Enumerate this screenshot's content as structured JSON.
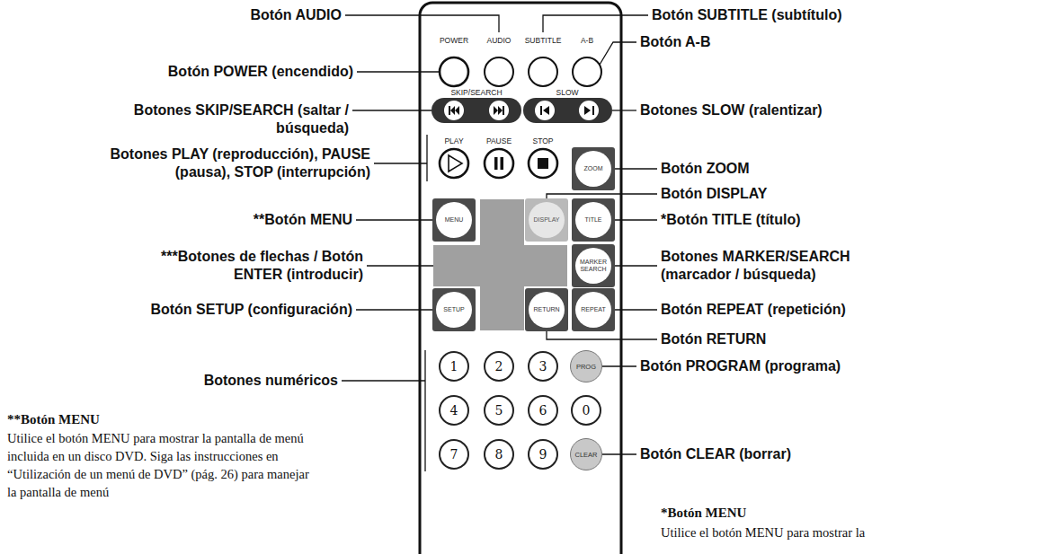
{
  "diagram": {
    "nodes": [
      {
        "text": [
          "ZOOM"
        ]
      },
      {
        "text": [
          "MENU"
        ]
      },
      {
        "text": [
          "DISPLAY"
        ]
      },
      {
        "text": [
          "TITLE"
        ]
      },
      {
        "text": [
          "MARKER SEARCH"
        ]
      },
      {
        "text": [
          "SETUP"
        ]
      },
      {
        "text": [
          "RETURN"
        ]
      },
      {
        "text": [
          "REPEAT"
        ]
      },
      {
        "text": [
          "1"
        ]
      },
      {
        "text": [
          "2"
        ]
      },
      {
        "text": [
          "3"
        ]
      },
      {
        "text": [
          "PROG"
        ]
      },
      {
        "text": [
          "4"
        ]
      },
      {
        "text": [
          "5"
        ]
      },
      {
        "text": [
          "6"
        ]
      },
      {
        "text": [
          "0"
        ]
      },
      {
        "text": [
          "7"
        ]
      },
      {
        "text": [
          "8"
        ]
      },
      {
        "text": [
          "9"
        ]
      },
      {
        "text": [
          "CLEAR"
        ]
      }
    ],
    "labels": [
      "Botón AUDIO",
      "Botón SUBTITLE (subtítulo)",
      "POWER",
      "AUDIO",
      "SUBTITLE",
      "A-B",
      "Botón POWER (encendido)",
      "Botón A-B",
      "SKIP/SEARCH",
      "SLOW",
      "Botones SKIP/SEARCH (saltar / búsqueda)",
      "Botones SLOW (ralentizar)",
      "PLAY",
      "PAUSE",
      "STOP",
      "Botones PLAY (reproducción), PAUSE (pausa), STOP (interrupción)",
      "Botón ZOOM",
      "Botón DISPLAY",
      "**Botón MENU",
      "*Botón TITLE (título)",
      "***Botones de flechas / Botón ENTER (introducir)",
      "Botones MARKER/SEARCH (marcador / búsqueda)",
      "Botón SETUP (configuración)",
      "Botón REPEAT (repetición)",
      "Botón RETURN",
      "Botones numéricos",
      "Botón PROGRAM (programa)",
      "Botón CLEAR (borrar)",
      "**Botón MENU",
      "Utilice el botón MENU para mostrar la pantalla de menú incluida en un disco DVD. Siga las instrucciones en “Utilización de un menú de DVD” (pág. 26) para manejar la pantalla de menú",
      "*Botón MENU",
      "Utilice el botón MENU para mostrar la"
    ]
  }
}
